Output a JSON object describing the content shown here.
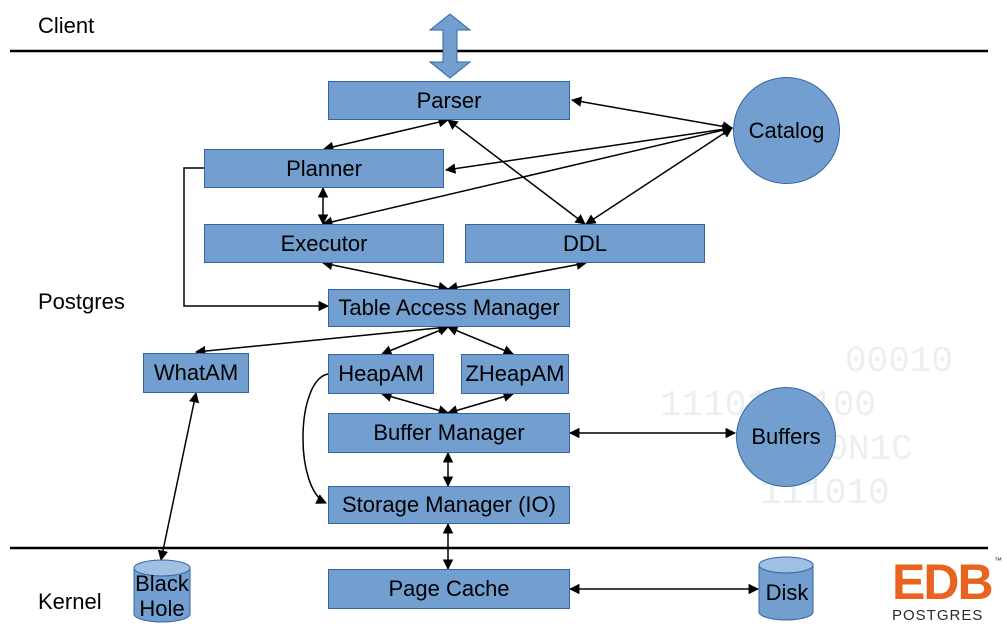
{
  "layers": {
    "client": "Client",
    "postgres": "Postgres",
    "kernel": "Kernel"
  },
  "nodes": {
    "parser": "Parser",
    "planner": "Planner",
    "executor": "Executor",
    "ddl": "DDL",
    "table_access_manager": "Table Access Manager",
    "whatam": "WhatAM",
    "heapam": "HeapAM",
    "zheapam": "ZHeapAM",
    "buffer_manager": "Buffer Manager",
    "storage_manager": "Storage Manager (IO)",
    "page_cache": "Page Cache",
    "catalog": "Catalog",
    "buffers": "Buffers",
    "black_hole_line1": "Black",
    "black_hole_line2": "Hole",
    "disk": "Disk"
  },
  "logo": {
    "brand": "EDB",
    "sub": "POSTGRES",
    "tm": "™"
  },
  "watermark": {
    "line1": "00010",
    "line2": "1110110100",
    "line3": "10100N1C",
    "line4": "111010"
  },
  "colors": {
    "box_fill": "#729fcf",
    "box_border": "#3465a4",
    "logo_orange": "#e8641e",
    "logo_dark": "#2b2b2b"
  }
}
